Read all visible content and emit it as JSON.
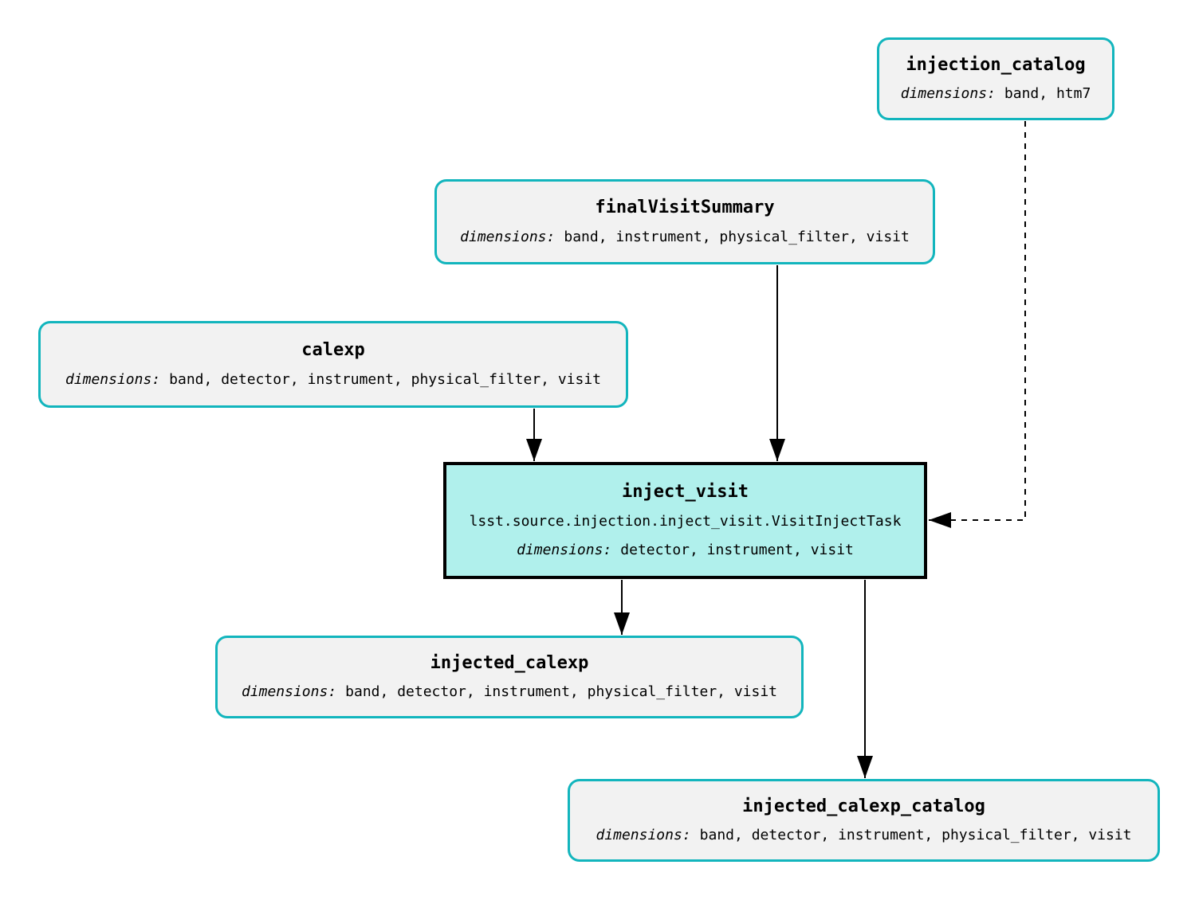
{
  "nodes": {
    "injection_catalog": {
      "type": "dataset",
      "title": "injection_catalog",
      "dimensions_label": "dimensions:",
      "dimensions": "band, htm7"
    },
    "finalVisitSummary": {
      "type": "dataset",
      "title": "finalVisitSummary",
      "dimensions_label": "dimensions:",
      "dimensions": "band, instrument, physical_filter, visit"
    },
    "calexp": {
      "type": "dataset",
      "title": "calexp",
      "dimensions_label": "dimensions:",
      "dimensions": "band, detector, instrument, physical_filter, visit"
    },
    "inject_visit": {
      "type": "task",
      "title": "inject_visit",
      "task_class": "lsst.source.injection.inject_visit.VisitInjectTask",
      "dimensions_label": "dimensions:",
      "dimensions": "detector, instrument, visit"
    },
    "injected_calexp": {
      "type": "dataset",
      "title": "injected_calexp",
      "dimensions_label": "dimensions:",
      "dimensions": "band, detector, instrument, physical_filter, visit"
    },
    "injected_calexp_catalog": {
      "type": "dataset",
      "title": "injected_calexp_catalog",
      "dimensions_label": "dimensions:",
      "dimensions": "band, detector, instrument, physical_filter, visit"
    }
  },
  "edges": [
    {
      "from": "calexp",
      "to": "inject_visit",
      "style": "solid"
    },
    {
      "from": "finalVisitSummary",
      "to": "inject_visit",
      "style": "solid"
    },
    {
      "from": "injection_catalog",
      "to": "inject_visit",
      "style": "dashed"
    },
    {
      "from": "inject_visit",
      "to": "injected_calexp",
      "style": "solid"
    },
    {
      "from": "inject_visit",
      "to": "injected_calexp_catalog",
      "style": "solid"
    }
  ],
  "colors": {
    "background": "#ffffff",
    "dataset_fill": "#f2f2f2",
    "dataset_border": "#12b5bd",
    "task_fill": "#b0f0ec",
    "task_border": "#000000",
    "edge": "#000000",
    "text": "#000000"
  }
}
